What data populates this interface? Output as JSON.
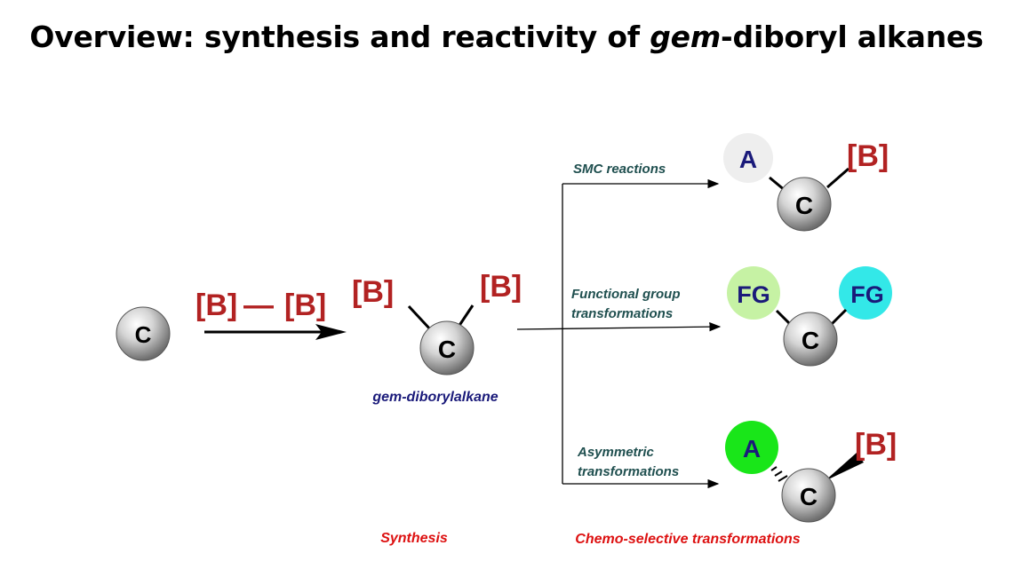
{
  "title": {
    "prefix": "Overview: synthesis and reactivity of ",
    "italic": "gem",
    "suffix": "-diboryl alkanes"
  },
  "colors": {
    "boron_red": "#b22222",
    "dark_blue": "#1a1a7a",
    "teal_text": "#1f4f4f",
    "red_label": "#dd1111",
    "grey_sphere": "#b8b8b8",
    "pale_grey": "#eeeeee",
    "light_green": "#c6f2a4",
    "cyan": "#33e8e8",
    "green": "#19e619"
  },
  "atoms": {
    "carbon": "C",
    "boron": "[B]",
    "a_group": "A",
    "functional_group": "FG"
  },
  "reagent": {
    "left": "[B]",
    "bond": "—",
    "right": "[B]"
  },
  "product_label": "gem-diborylalkane",
  "branches": {
    "smc": "SMC reactions",
    "fg_line1": "Functional group",
    "fg_line2": "transformations",
    "asym_line1": "Asymmetric",
    "asym_line2": "transformations"
  },
  "section_labels": {
    "synthesis": "Synthesis",
    "chemo": "Chemo-selective transformations"
  }
}
